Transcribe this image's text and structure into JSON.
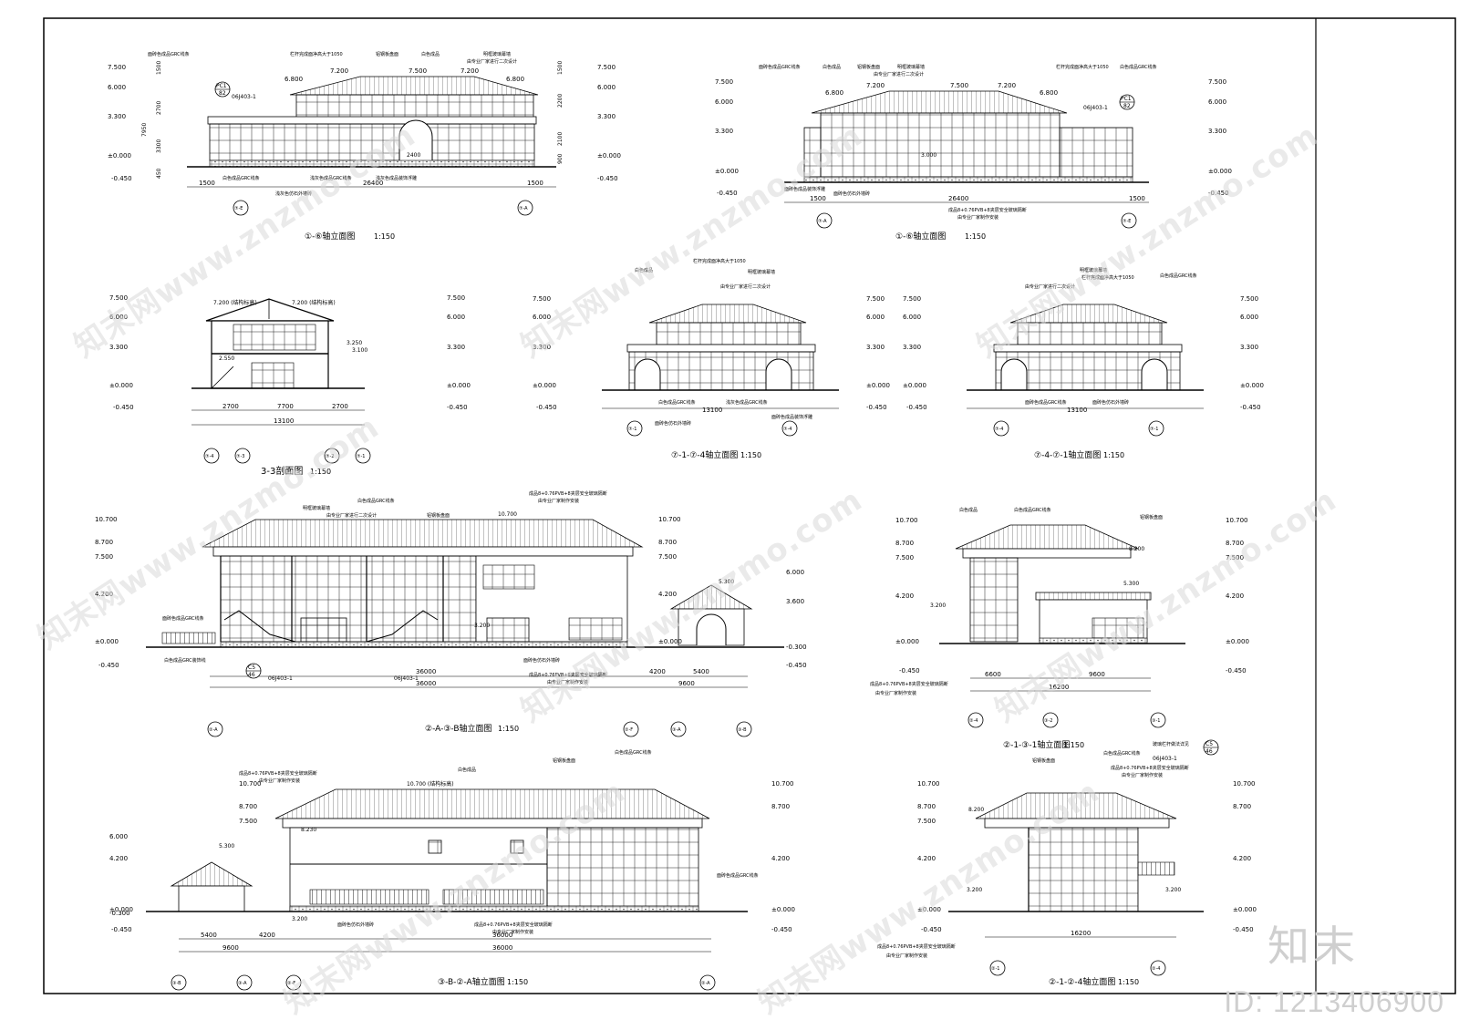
{
  "drawings": {
    "e1": {
      "title": "①-⑥轴立面图",
      "scale": "1:150",
      "notes": [
        "面砖色成品GRC线条",
        "栏杆完成面净高大于1050",
        "铝钢板盘面",
        "白色成品",
        "明框玻璃幕墙",
        "白色成品GRC线条",
        "浅灰色成品GRC线条",
        "浅灰色成品装饰浮雕",
        "浅灰色仿石外墙砖",
        "由专业厂家进行二次设计"
      ],
      "dims": {
        "total": "26400",
        "side": "1500",
        "side2": "1500",
        "w1": "2400"
      },
      "elev": [
        "7.500",
        "6.000",
        "3.300",
        "±0.000",
        "-0.450"
      ],
      "elev_labels": [
        "6.800",
        "7.200",
        "7.500",
        "7.200",
        "6.800"
      ],
      "tag": "PC1",
      "tag_sheet": "82",
      "ref": "06J403-1",
      "vert": [
        "1500",
        "1500",
        "2700",
        "2200",
        "2100",
        "900",
        "450",
        "3300",
        "7950"
      ],
      "axis": [
        "⑦-E",
        "⑦-A"
      ]
    },
    "e2": {
      "title": "①-⑥轴立面图",
      "scale": "1:150",
      "notes": [
        "面砖色成品GRC线条",
        "白色成品",
        "铝钢板盘面",
        "明框玻璃幕墙",
        "由专业厂家进行二次设计",
        "栏杆完成面净高大于1050",
        "白色成品GRC线条",
        "面砖色成品装饰浮雕",
        "面砖色仿石外墙砖",
        "成品8+0.76PVB+8夹层安全玻璃隔断",
        "由专业厂家制作安装"
      ],
      "dims": {
        "total": "26400",
        "side": "1500",
        "side2": "1500"
      },
      "elev": [
        "7.500",
        "6.000",
        "3.300",
        "±0.000",
        "-0.450"
      ],
      "elev_labels": [
        "6.800",
        "7.200",
        "7.500",
        "7.200",
        "6.800"
      ],
      "tag": "PC1",
      "tag_sheet": "82",
      "ref": "06J403-1",
      "inner": "3.000",
      "axis": [
        "⑦-A",
        "⑦-E"
      ]
    },
    "s33": {
      "title": "3-3剖面图",
      "scale": "1:150",
      "elev": [
        "7.500",
        "6.000",
        "3.300",
        "±0.000",
        "-0.450"
      ],
      "dims": [
        "2700",
        "7700",
        "2700"
      ],
      "total": "13100",
      "top_labels": [
        "7.200 (结构标高)",
        "7.200 (结构标高)"
      ],
      "inner": [
        "3.250",
        "3.100",
        "2.550"
      ],
      "axis": [
        "⑦-4",
        "⑦-3",
        "⑦-2",
        "⑦-1"
      ]
    },
    "e3": {
      "title": "⑦-1-⑦-4轴立面图",
      "scale": "1:150",
      "notes": [
        "栏杆完成面净高大于1050",
        "白色成品",
        "明框玻璃幕墙",
        "由专业厂家进行二次设计",
        "白色成品GRC线条",
        "浅灰色成品GRC线条",
        "面砖色成品装饰浮雕",
        "面砖色仿石外墙砖"
      ],
      "total": "13100",
      "elev": [
        "7.500",
        "6.000",
        "3.300",
        "±0.000",
        "-0.450"
      ],
      "axis": [
        "⑦-1",
        "⑦-4"
      ]
    },
    "e4": {
      "title": "⑦-4-⑦-1轴立面图",
      "scale": "1:150",
      "notes": [
        "明框玻璃幕墙",
        "由专业厂家进行二次设计",
        "栏杆完成面净高大于1050",
        "白色成品GRC线条",
        "面砖色成品GRC线条",
        "面砖色仿石外墙砖"
      ],
      "total": "13100",
      "elev": [
        "7.500",
        "6.000",
        "3.300",
        "±0.000",
        "-0.450"
      ],
      "axis": [
        "⑦-4",
        "⑦-1"
      ]
    },
    "e5": {
      "title": "②-A-③-B轴立面图",
      "scale": "1:150",
      "notes": [
        "明框玻璃幕墙",
        "由专业厂家进行二次设计",
        "白色成品GRC线条",
        "铝钢板盘面",
        "成品8+0.76PVB+8夹层安全玻璃隔断",
        "由专业厂家制作安装",
        "面砖色成品GRC线条",
        "白色成品GRC装饰线",
        "面砖色仿石外墙砖"
      ],
      "dims": {
        "total": "36000",
        "total2": "36000",
        "a": "4200",
        "b": "5400",
        "c": "9600"
      },
      "elev": [
        "10.700",
        "8.700",
        "7.500",
        "4.200",
        "±0.000",
        "-0.450"
      ],
      "elev_r": [
        "10.700",
        "8.700",
        "7.500",
        "6.000",
        "4.200",
        "3.600",
        "±0.000",
        "-0.300",
        "-0.450"
      ],
      "tag": "C5",
      "tag_sheet": "46",
      "ref": "06J403-1",
      "inner": [
        "10.700",
        "5.300",
        "3.200"
      ],
      "axis": [
        "②-A",
        "②-F",
        "③-A",
        "③-B"
      ]
    },
    "e6": {
      "title": "②-1-③-1轴立面图",
      "scale": "1:150",
      "notes": [
        "白色成品",
        "白色成品GRC线条",
        "铝钢板盘面",
        "成品8+0.76PVB+8夹层安全玻璃隔断",
        "由专业厂家制作安装"
      ],
      "dims": {
        "a": "6600",
        "b": "9600",
        "total": "16200"
      },
      "elev": [
        "10.700",
        "8.700",
        "7.500",
        "4.200",
        "±0.000",
        "-0.450"
      ],
      "inner": [
        "8.200",
        "5.300",
        "3.200"
      ],
      "axis": [
        "②-4",
        "③-2",
        "③-1"
      ]
    },
    "e7": {
      "title": "③-B-②-A轴立面图",
      "scale": "1:150",
      "notes": [
        "成品8+0.76PVB+8夹层安全玻璃隔断",
        "由专业厂家制作安装",
        "白色成品",
        "铝钢板盘面",
        "白色成品GRC线条",
        "面砖色成品GRC线条",
        "面砖色仿石外墙砖"
      ],
      "dims": {
        "a": "5400",
        "b": "4200",
        "c": "9600",
        "total": "36000",
        "total2": "36000"
      },
      "elev": [
        "10.700",
        "8.700",
        "7.500",
        "6.000",
        "4.200",
        "±0.000",
        "-0.300",
        "-0.450"
      ],
      "inner": [
        "10.700 (结构标高)",
        "8.230",
        "5.300",
        "3.200"
      ],
      "axis": [
        "③-B",
        "③-A",
        "②-F",
        "②-A"
      ]
    },
    "e8": {
      "title": "②-1-②-4轴立面图",
      "scale": "1:150",
      "notes": [
        "玻璃栏杆做法详见",
        "成品8+0.76PVB+8夹层安全玻璃隔断",
        "由专业厂家制作安装",
        "白色成品GRC线条",
        "铝钢板盘面"
      ],
      "tag": "C5",
      "tag_sheet": "46",
      "ref": "06J403-1",
      "total": "16200",
      "elev": [
        "10.700",
        "8.700",
        "7.500",
        "4.200",
        "±0.000",
        "-0.450"
      ],
      "inner": [
        "8.200",
        "3.200",
        "3.200"
      ],
      "axis": [
        "②-1",
        "②-4"
      ]
    }
  },
  "watermark": {
    "text": "知末网www.znzmo.com",
    "logo": "知末",
    "id": "ID: 1213406900"
  }
}
